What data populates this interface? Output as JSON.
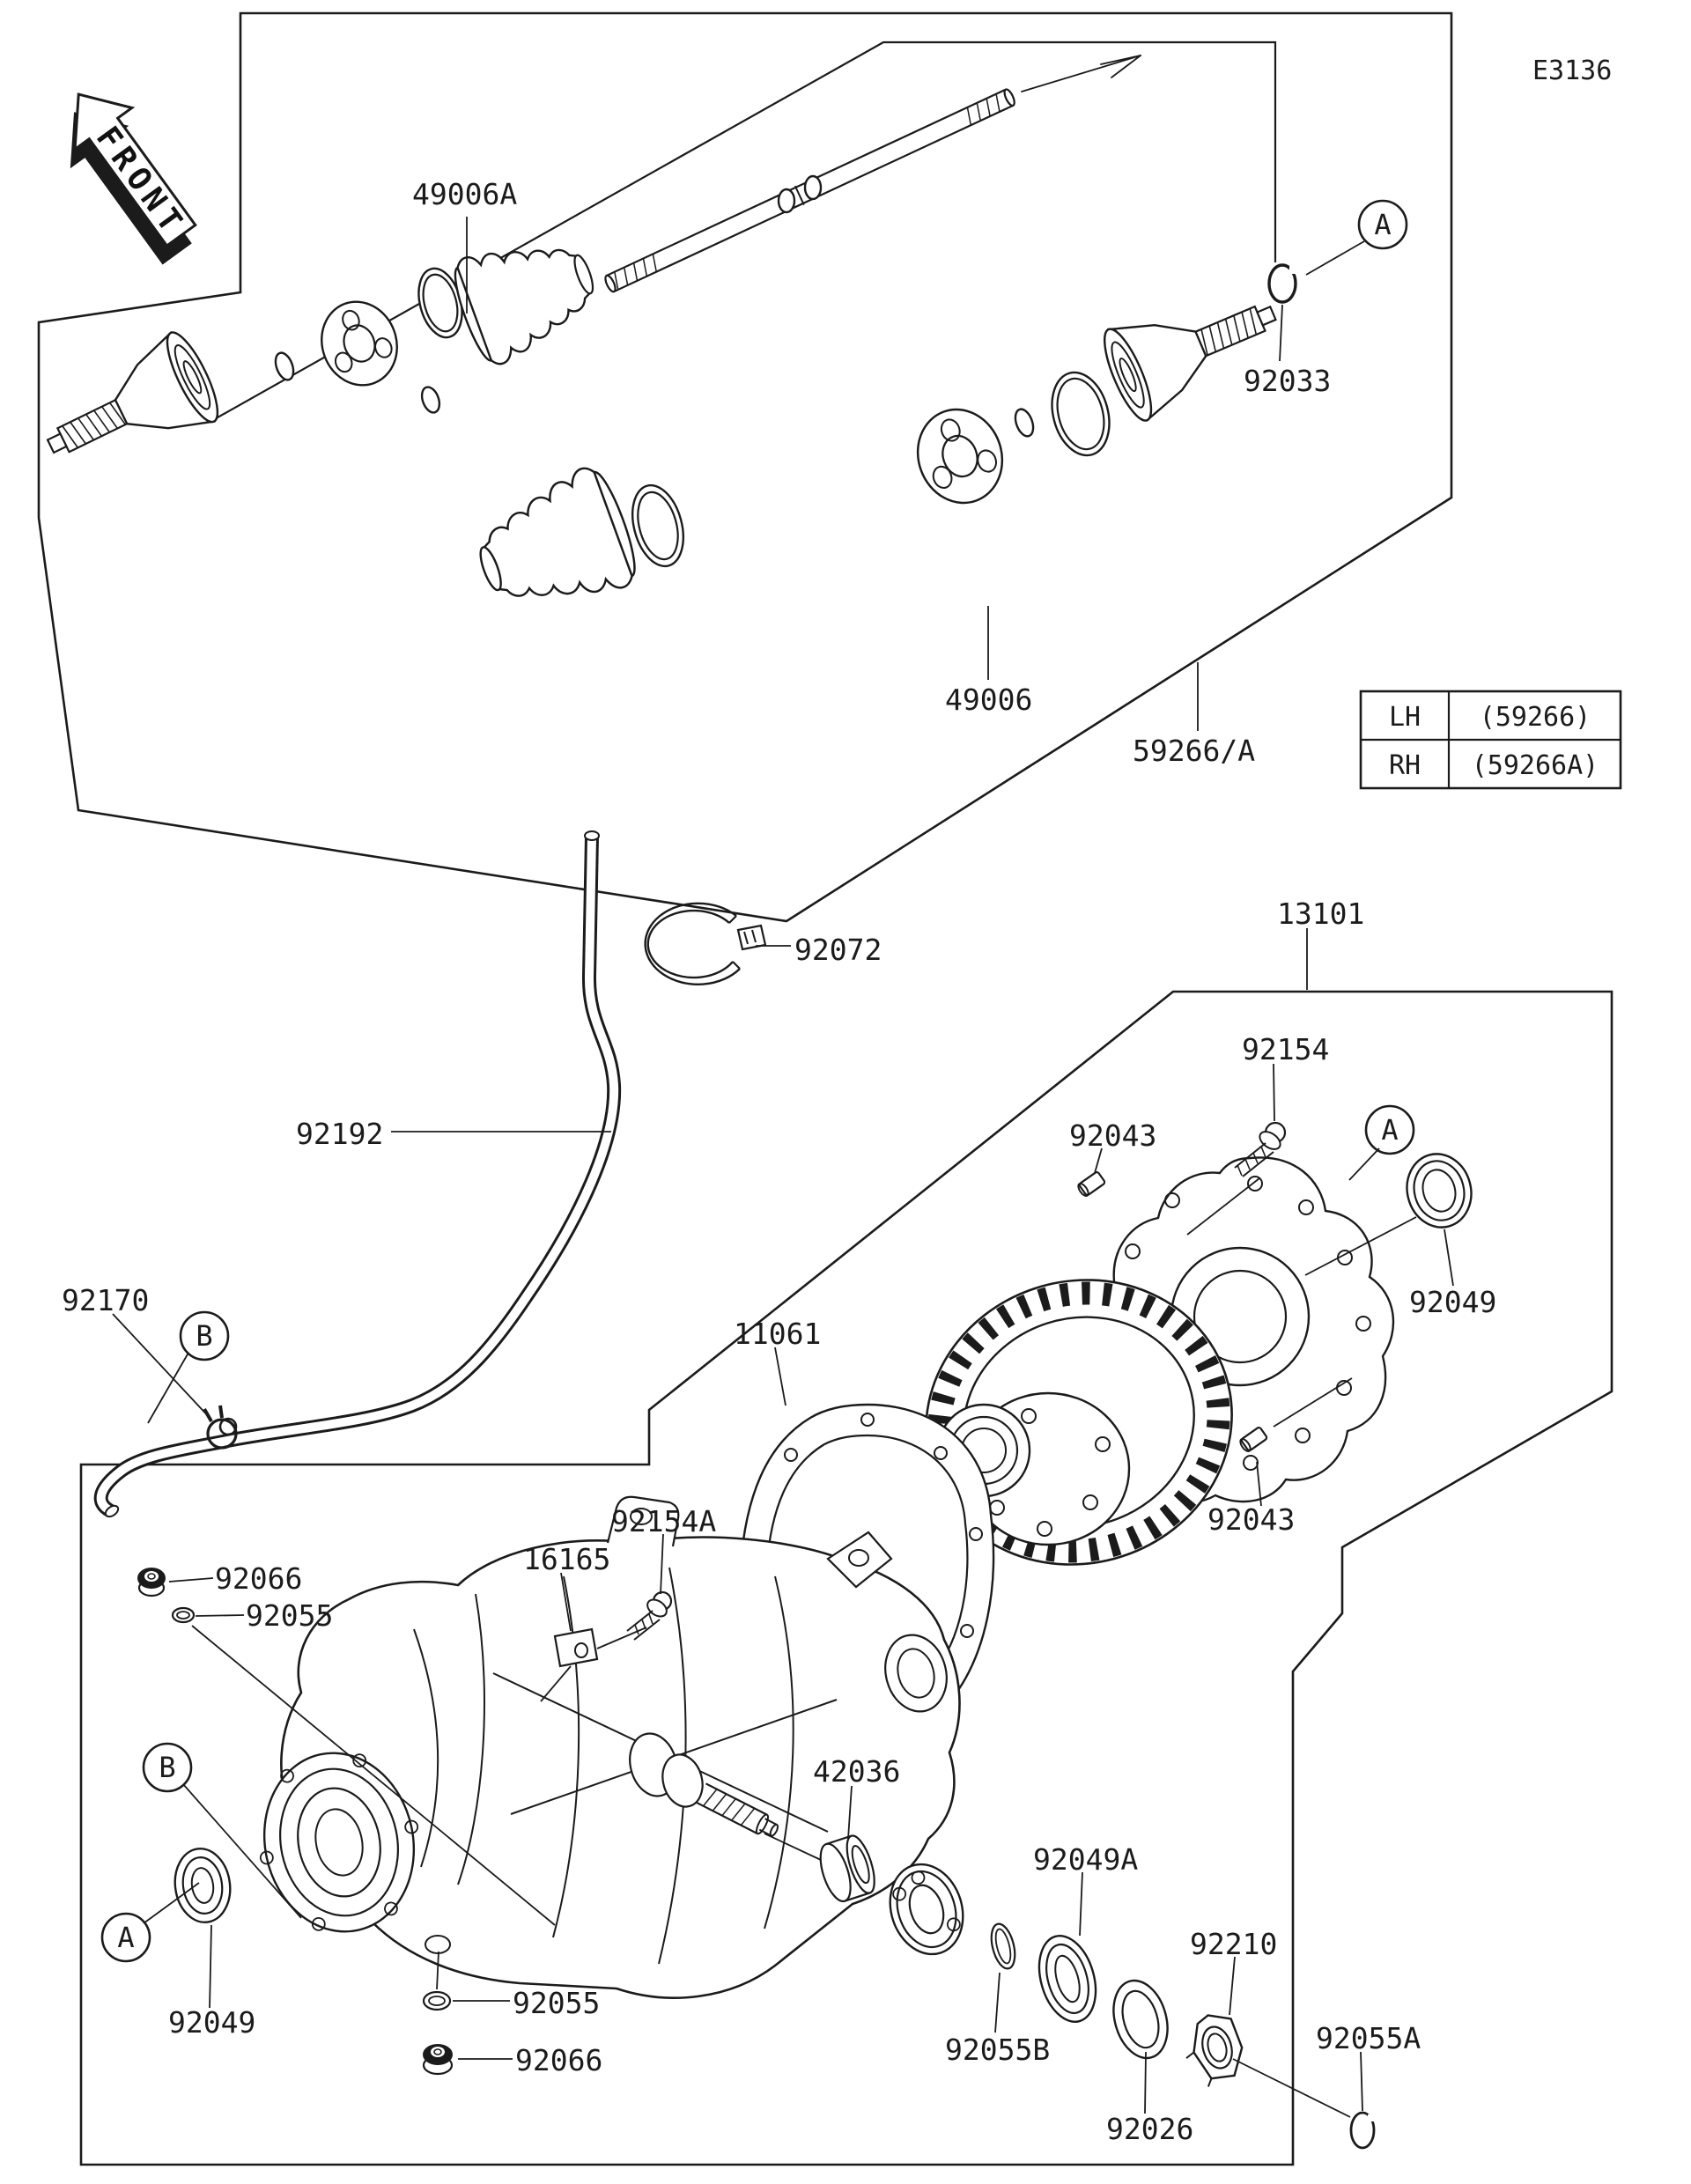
{
  "page": {
    "code": "E3136",
    "type": "parts-diagram",
    "subject": "Drive Shaft / Final Gear exploded view"
  },
  "front_arrow": {
    "label": "FRONT"
  },
  "variant_table": {
    "rows": [
      {
        "side": "LH",
        "part": "(59266)"
      },
      {
        "side": "RH",
        "part": "(59266A)"
      }
    ]
  },
  "ref_circles": [
    {
      "letter": "A"
    },
    {
      "letter": "A"
    },
    {
      "letter": "A"
    },
    {
      "letter": "B"
    },
    {
      "letter": "B"
    }
  ],
  "labels": [
    {
      "text": "E3136"
    },
    {
      "text": "49006A"
    },
    {
      "text": "92033"
    },
    {
      "text": "49006"
    },
    {
      "text": "59266/A"
    },
    {
      "text": "92072"
    },
    {
      "text": "13101"
    },
    {
      "text": "92154"
    },
    {
      "text": "92043"
    },
    {
      "text": "92049"
    },
    {
      "text": "92192"
    },
    {
      "text": "92170"
    },
    {
      "text": "11061"
    },
    {
      "text": "92043"
    },
    {
      "text": "92066"
    },
    {
      "text": "92055"
    },
    {
      "text": "16165"
    },
    {
      "text": "92154A"
    },
    {
      "text": "42036"
    },
    {
      "text": "92049A"
    },
    {
      "text": "92055B"
    },
    {
      "text": "92210"
    },
    {
      "text": "92026"
    },
    {
      "text": "92055A"
    },
    {
      "text": "92049"
    },
    {
      "text": "92055"
    },
    {
      "text": "92066"
    }
  ],
  "colors": {
    "ink": "#1b1b1b",
    "paper": "#ffffff"
  }
}
